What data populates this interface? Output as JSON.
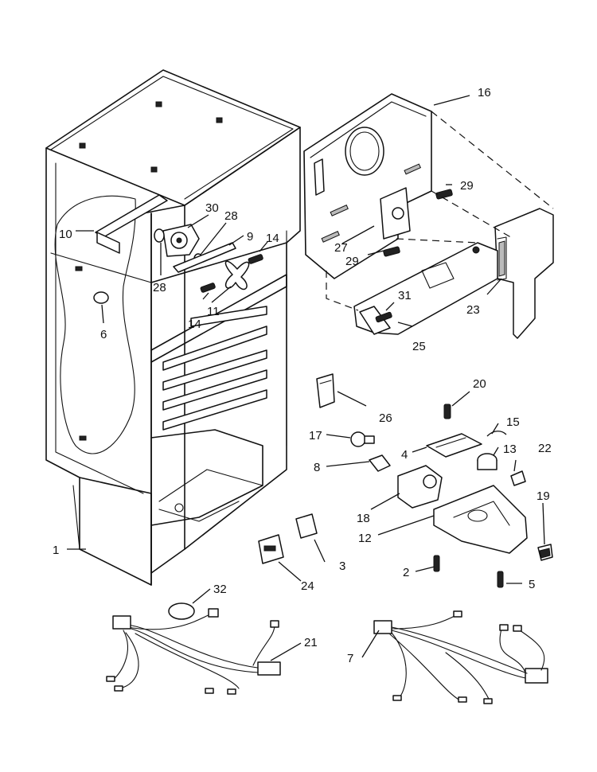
{
  "callouts": [
    {
      "id": "c1",
      "label": "1"
    },
    {
      "id": "c2",
      "label": "2"
    },
    {
      "id": "c3",
      "label": "3"
    },
    {
      "id": "c4",
      "label": "4"
    },
    {
      "id": "c5",
      "label": "5"
    },
    {
      "id": "c6",
      "label": "6"
    },
    {
      "id": "c7",
      "label": "7"
    },
    {
      "id": "c8",
      "label": "8"
    },
    {
      "id": "c9",
      "label": "9"
    },
    {
      "id": "c10",
      "label": "10"
    },
    {
      "id": "c11",
      "label": "11"
    },
    {
      "id": "c12",
      "label": "12"
    },
    {
      "id": "c13",
      "label": "13"
    },
    {
      "id": "c14a",
      "label": "14"
    },
    {
      "id": "c14b",
      "label": "14"
    },
    {
      "id": "c15",
      "label": "15"
    },
    {
      "id": "c16",
      "label": "16"
    },
    {
      "id": "c17",
      "label": "17"
    },
    {
      "id": "c18",
      "label": "18"
    },
    {
      "id": "c19",
      "label": "19"
    },
    {
      "id": "c20",
      "label": "20"
    },
    {
      "id": "c21",
      "label": "21"
    },
    {
      "id": "c22",
      "label": "22"
    },
    {
      "id": "c23",
      "label": "23"
    },
    {
      "id": "c24",
      "label": "24"
    },
    {
      "id": "c25",
      "label": "25"
    },
    {
      "id": "c26",
      "label": "26"
    },
    {
      "id": "c27",
      "label": "27"
    },
    {
      "id": "c28a",
      "label": "28"
    },
    {
      "id": "c28b",
      "label": "28"
    },
    {
      "id": "c29a",
      "label": "29"
    },
    {
      "id": "c29b",
      "label": "29"
    },
    {
      "id": "c30",
      "label": "30"
    },
    {
      "id": "c31",
      "label": "31"
    },
    {
      "id": "c32",
      "label": "32"
    }
  ]
}
